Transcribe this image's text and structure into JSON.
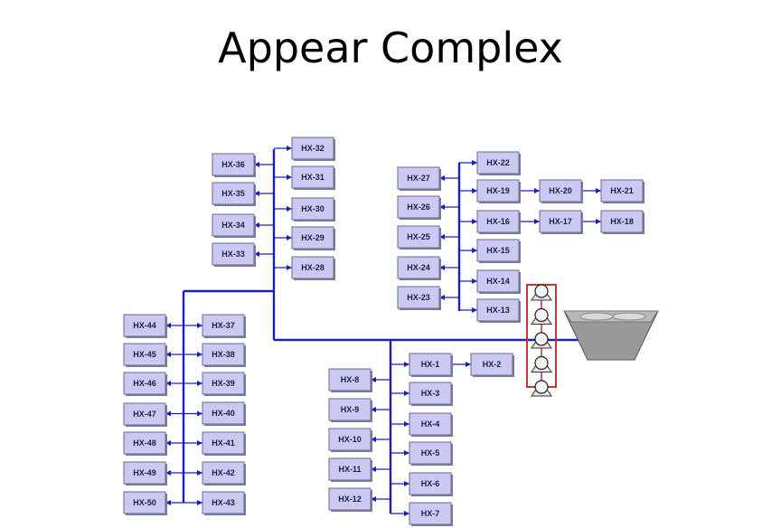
{
  "title": "Appear Complex",
  "boxes": [
    {
      "id": "HX-32",
      "label": "HX-32"
    },
    {
      "id": "HX-31",
      "label": "HX-31"
    },
    {
      "id": "HX-30",
      "label": "HX-30"
    },
    {
      "id": "HX-29",
      "label": "HX-29"
    },
    {
      "id": "HX-28",
      "label": "HX-28"
    },
    {
      "id": "HX-36",
      "label": "HX-36"
    },
    {
      "id": "HX-35",
      "label": "HX-35"
    },
    {
      "id": "HX-34",
      "label": "HX-34"
    },
    {
      "id": "HX-33",
      "label": "HX-33"
    },
    {
      "id": "HX-27",
      "label": "HX-27"
    },
    {
      "id": "HX-26",
      "label": "HX-26"
    },
    {
      "id": "HX-25",
      "label": "HX-25"
    },
    {
      "id": "HX-24",
      "label": "HX-24"
    },
    {
      "id": "HX-23",
      "label": "HX-23"
    },
    {
      "id": "HX-22",
      "label": "HX-22"
    },
    {
      "id": "HX-19",
      "label": "HX-19"
    },
    {
      "id": "HX-16",
      "label": "HX-16"
    },
    {
      "id": "HX-15",
      "label": "HX-15"
    },
    {
      "id": "HX-14",
      "label": "HX-14"
    },
    {
      "id": "HX-13",
      "label": "HX-13"
    },
    {
      "id": "HX-20",
      "label": "HX-20"
    },
    {
      "id": "HX-21",
      "label": "HX-21"
    },
    {
      "id": "HX-17",
      "label": "HX-17"
    },
    {
      "id": "HX-18",
      "label": "HX-18"
    },
    {
      "id": "HX-44",
      "label": "HX-44"
    },
    {
      "id": "HX-45",
      "label": "HX-45"
    },
    {
      "id": "HX-46",
      "label": "HX-46"
    },
    {
      "id": "HX-47",
      "label": "HX-47"
    },
    {
      "id": "HX-48",
      "label": "HX-48"
    },
    {
      "id": "HX-49",
      "label": "HX-49"
    },
    {
      "id": "HX-50",
      "label": "HX-50"
    },
    {
      "id": "HX-37",
      "label": "HX-37"
    },
    {
      "id": "HX-38",
      "label": "HX-38"
    },
    {
      "id": "HX-39",
      "label": "HX-39"
    },
    {
      "id": "HX-40",
      "label": "HX-40"
    },
    {
      "id": "HX-41",
      "label": "HX-41"
    },
    {
      "id": "HX-42",
      "label": "HX-42"
    },
    {
      "id": "HX-43",
      "label": "HX-43"
    },
    {
      "id": "HX-8",
      "label": "HX-8"
    },
    {
      "id": "HX-9",
      "label": "HX-9"
    },
    {
      "id": "HX-10",
      "label": "HX-10"
    },
    {
      "id": "HX-11",
      "label": "HX-11"
    },
    {
      "id": "HX-12",
      "label": "HX-12"
    },
    {
      "id": "HX-1",
      "label": "HX-1"
    },
    {
      "id": "HX-2",
      "label": "HX-2"
    },
    {
      "id": "HX-3",
      "label": "HX-3"
    },
    {
      "id": "HX-4",
      "label": "HX-4"
    },
    {
      "id": "HX-5",
      "label": "HX-5"
    },
    {
      "id": "HX-6",
      "label": "HX-6"
    },
    {
      "id": "HX-7",
      "label": "HX-7"
    }
  ],
  "pump_count": 5,
  "colors": {
    "network_line": "#1d1dbf",
    "box_fill": "#c9c9f3",
    "pump_frame": "#c0392b",
    "tank_fill": "#9a9a9a"
  }
}
